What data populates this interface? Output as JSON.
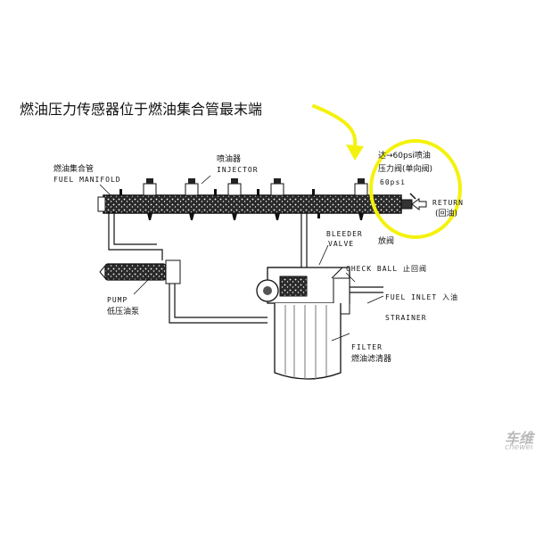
{
  "headline": "燃油压力传感器位于燃油集合管最末端",
  "labels": {
    "manifold_cn": "燃油集合管",
    "manifold_en": "FUEL MANIFOLD",
    "injector_cn": "喷油器",
    "injector_en": "INJECTOR",
    "pressure_line": "达→60psi喷油",
    "pressure_valve": "压力阀(单向阀)",
    "pressure_psi": "60psi",
    "return_en": "RETURN",
    "return_cn": "(回油)",
    "bleeder_en1": "BLEEDER",
    "bleeder_en2": "VALVE",
    "bleeder_cn": "放阀",
    "check_ball": "CHECK BALL 止回阀",
    "fuel_inlet": "FUEL INLET 入油",
    "strainer": "STRAINER",
    "pump_en": "PUMP",
    "pump_cn": "低压油泵",
    "filter_en": "FILTER",
    "filter_cn": "燃油滤清器"
  },
  "watermark": {
    "top": "车维",
    "bottom": "chewei"
  },
  "colors": {
    "highlight": "#f4f20c",
    "line": "#111111",
    "fuel": "#1b1b1b",
    "watermark": "#b9b9b9"
  }
}
